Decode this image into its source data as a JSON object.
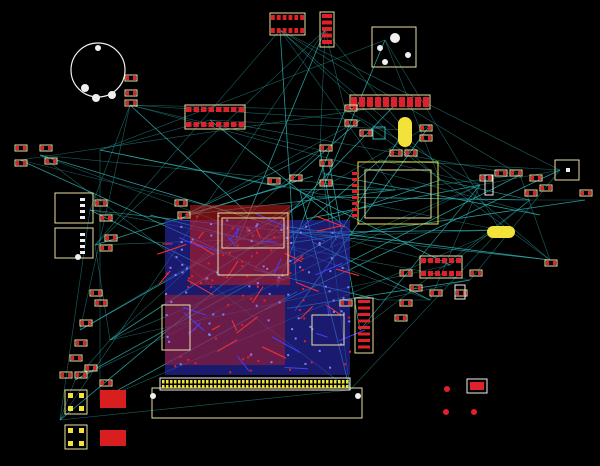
{
  "view": {
    "background": "#000000",
    "ratsnest_color": "#2fb3b3",
    "outline_color": "#e8e0a0",
    "pad_color": "#e0202a",
    "copper_bottom_color": "#3030c8",
    "copper_top_color": "#c81e1e",
    "silkscreen_color": "#f0f0f0",
    "highlight_pad_color": "#f2e23a"
  },
  "components": [
    {
      "name": "round-speaker",
      "kind": "circle"
    },
    {
      "name": "connector-top-center",
      "kind": "ic"
    },
    {
      "name": "audio-jack-top-right",
      "kind": "module"
    },
    {
      "name": "ic-upper-middle",
      "kind": "ic"
    },
    {
      "name": "sd-card-slot",
      "kind": "module"
    },
    {
      "name": "usb-port-left-upper",
      "kind": "module"
    },
    {
      "name": "usb-port-left-lower",
      "kind": "module"
    },
    {
      "name": "main-processor-module",
      "kind": "module"
    },
    {
      "name": "edge-connector-bottom",
      "kind": "header"
    },
    {
      "name": "crystal-right",
      "kind": "crystal"
    },
    {
      "name": "crystal-right-lower",
      "kind": "crystal"
    },
    {
      "name": "ic-right-middle",
      "kind": "ic"
    },
    {
      "name": "switch-bottom-left-1",
      "kind": "switch"
    },
    {
      "name": "switch-bottom-left-2",
      "kind": "switch"
    },
    {
      "name": "led-bottom-right",
      "kind": "pad"
    }
  ]
}
